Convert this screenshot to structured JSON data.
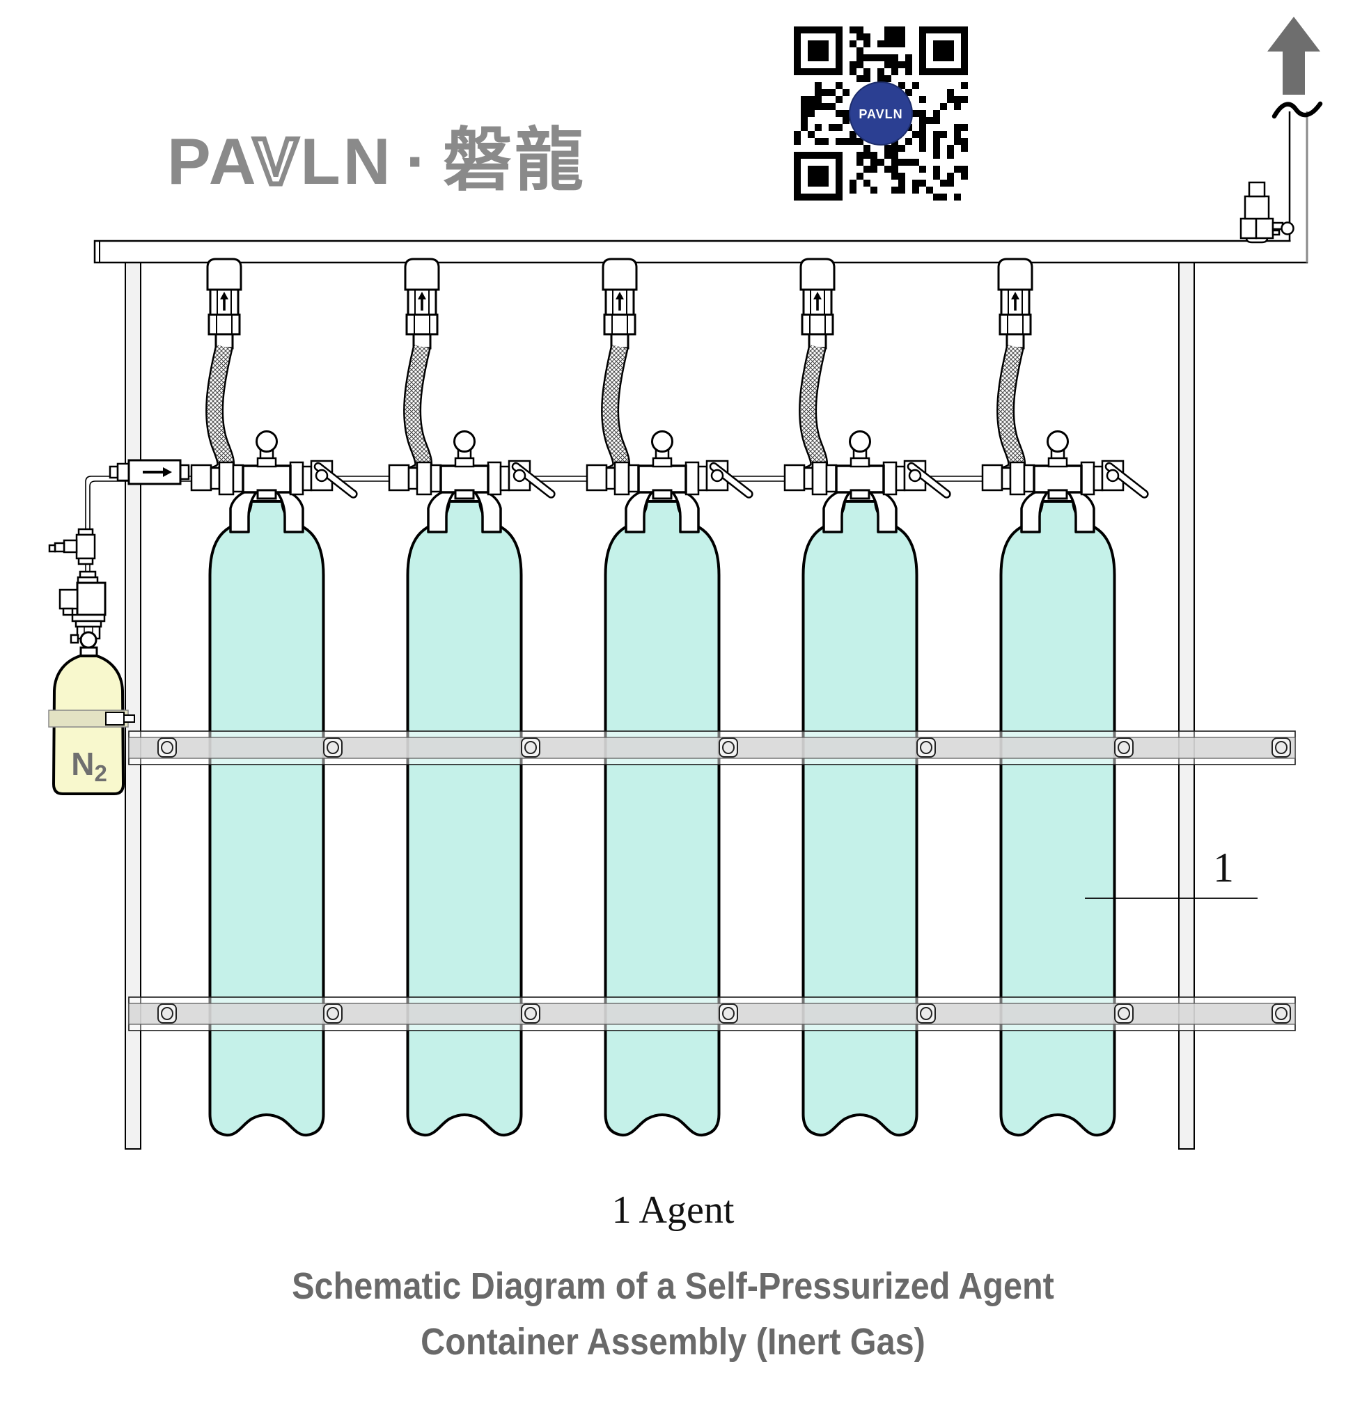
{
  "logo": {
    "part1": "PA",
    "outlined": "V",
    "part2": "LN",
    "separator": "·",
    "cjk": "磐龍"
  },
  "qr": {
    "center_label": "PAVLN"
  },
  "n2_cylinder": {
    "label": "N",
    "subscript": "2"
  },
  "callout": {
    "number": "1"
  },
  "caption": "1 Agent",
  "title": {
    "line1": "Schematic Diagram of a Self-Pressurized Agent",
    "line2": "Container Assembly (Inert Gas)"
  },
  "diagram": {
    "agent_cylinder_count": 5
  },
  "colors": {
    "cylinder_fill": "#c5f1e9",
    "n2_fill": "#f8f8cd",
    "strap_fill": "#e3e2c3",
    "arrow_gray": "#6e6e6e",
    "logo_gray": "#8a8a8a",
    "qr_blue": "#2b3f92",
    "title_gray": "#696969",
    "rail_gray": "#d6d6d6",
    "post_gray": "#f2f2f2",
    "line_black": "#000000"
  }
}
